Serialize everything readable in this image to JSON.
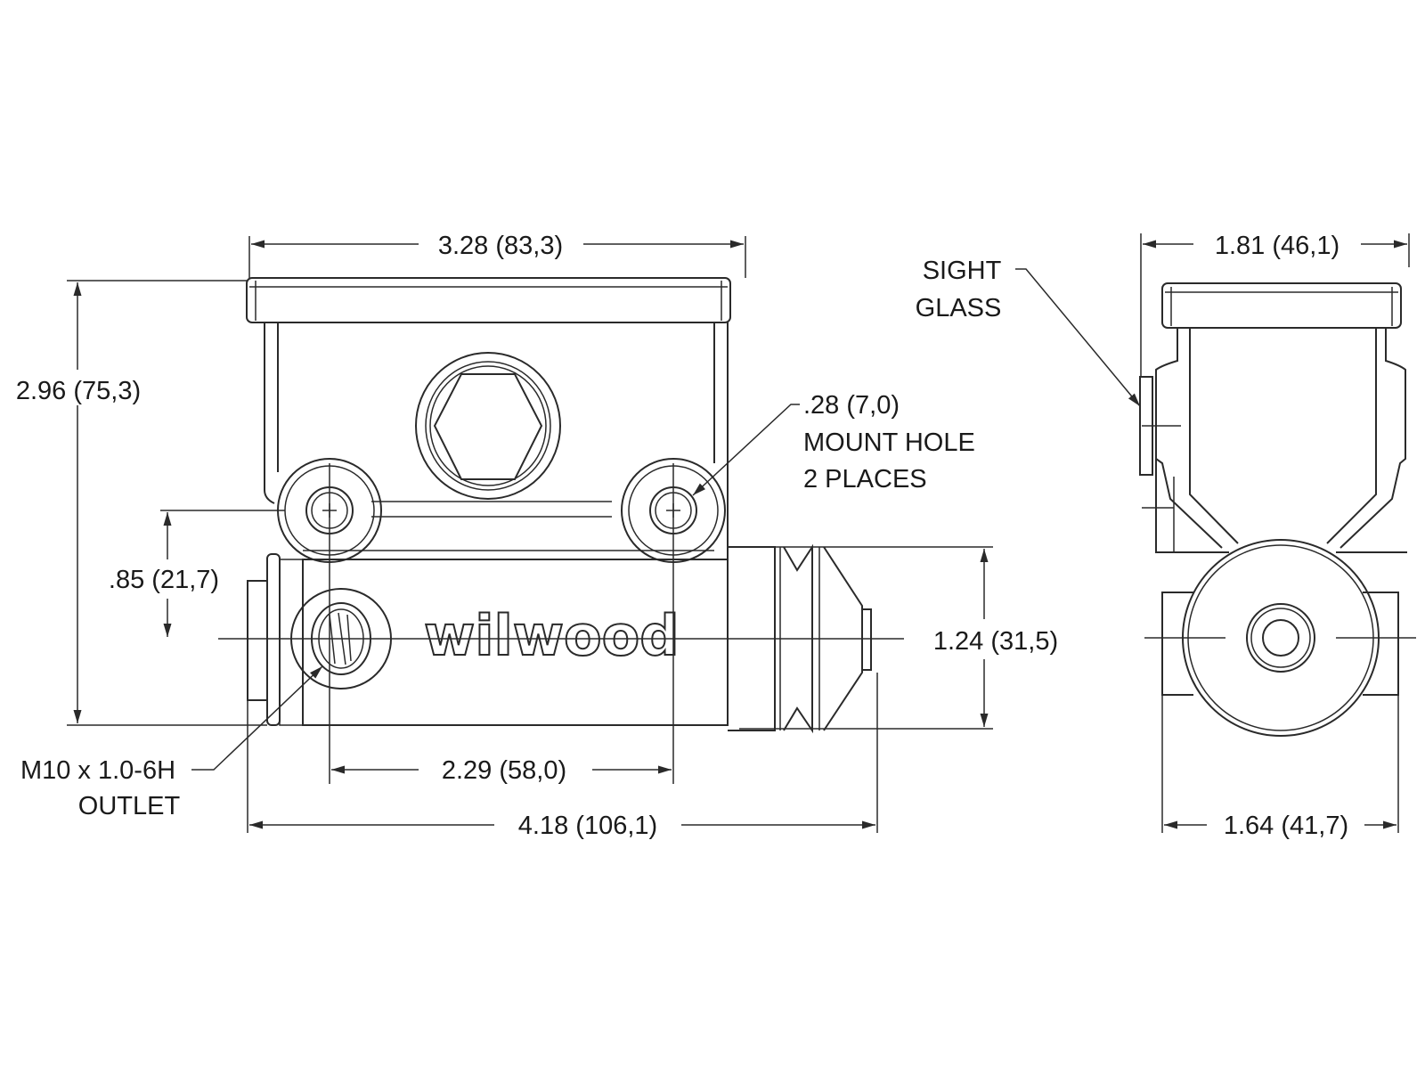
{
  "front_view": {
    "brand_logo": "wilwood",
    "dim_width_reservoir": "3.28 (83,3)",
    "dim_height_overall": "2.96 (75,3)",
    "dim_mount_to_center": ".85 (21,7)",
    "dim_body_height": "1.24 (31,5)",
    "dim_mount_spacing": "2.29 (58,0)",
    "dim_length_overall": "4.18 (106,1)",
    "mount_hole_note": [
      ".28 (7,0)",
      "MOUNT HOLE",
      "2 PLACES"
    ],
    "outlet_note": [
      "M10 x 1.0-6H",
      "OUTLET"
    ]
  },
  "side_view": {
    "dim_width_reservoir": "1.81 (46,1)",
    "dim_width_body": "1.64 (41,7)",
    "sight_glass_note": [
      "SIGHT",
      "GLASS"
    ]
  },
  "colors": {
    "line": "#2a2a2a",
    "background": "#ffffff"
  }
}
